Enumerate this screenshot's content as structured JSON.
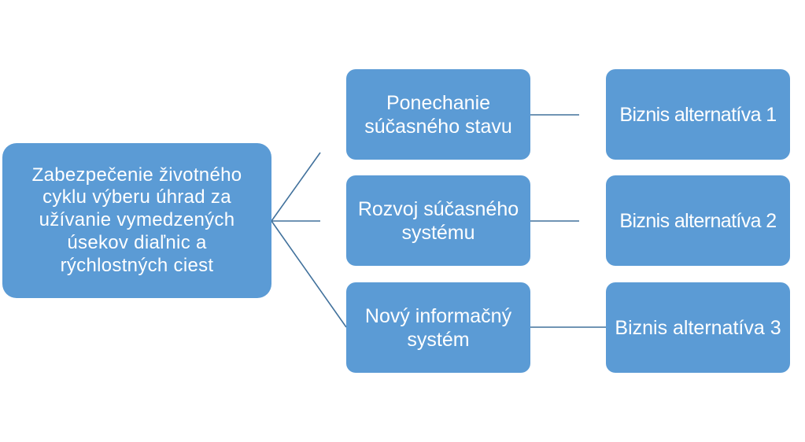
{
  "diagram": {
    "root": {
      "label": "Zabezpečenie životného cyklu výberu úhrad za užívanie vymedzených úsekov diaľnic a rýchlostných ciest"
    },
    "branches": [
      {
        "label": "Ponechanie súčasného stavu",
        "alternative": "Biznis alternatíva 1"
      },
      {
        "label": "Rozvoj súčasného systému",
        "alternative": "Biznis alternatíva 2"
      },
      {
        "label": "Nový informačný systém",
        "alternative": "Biznis alternatíva 3"
      }
    ],
    "colors": {
      "node_fill": "#5b9bd5",
      "node_text": "#ffffff",
      "connector": "#41719c"
    }
  }
}
